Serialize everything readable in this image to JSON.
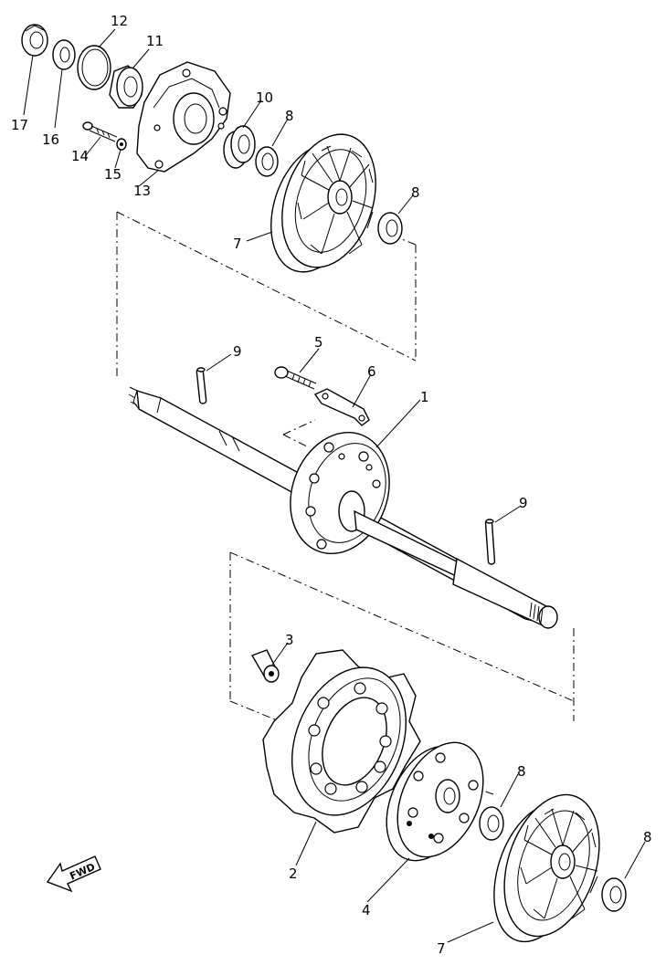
{
  "labels": {
    "p1": "1",
    "p2": "2",
    "p3": "3",
    "p4": "4",
    "p5": "5",
    "p6": "6",
    "p7a": "7",
    "p7b": "7",
    "p8a": "8",
    "p8b": "8",
    "p8c": "8",
    "p8d": "8",
    "p9a": "9",
    "p9b": "9",
    "p10": "10",
    "p11": "11",
    "p12": "12",
    "p13": "13",
    "p14": "14",
    "p15": "15",
    "p16": "16",
    "p17": "17"
  },
  "fwd_label": "FWD"
}
